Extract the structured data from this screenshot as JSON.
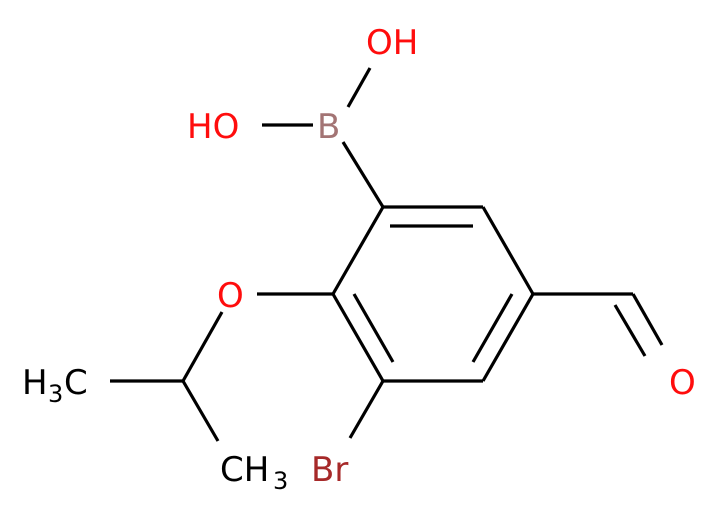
{
  "colors": {
    "bond": "#000000",
    "oxygen": "#ff0d0d",
    "boron": "#a37474",
    "bromine": "#a62929",
    "carbon": "#000000"
  },
  "molecule": {
    "atoms": {
      "oh_top": "OH",
      "oh_left": "HO",
      "boron": "B",
      "ether_oxygen": "O",
      "aldehyde_oxygen": "O",
      "bromine": "Br",
      "methyl_left_main": "H",
      "methyl_left_sub": "3",
      "methyl_left_c": "C",
      "methyl_bottom_main": "CH",
      "methyl_bottom_sub": "3"
    }
  }
}
